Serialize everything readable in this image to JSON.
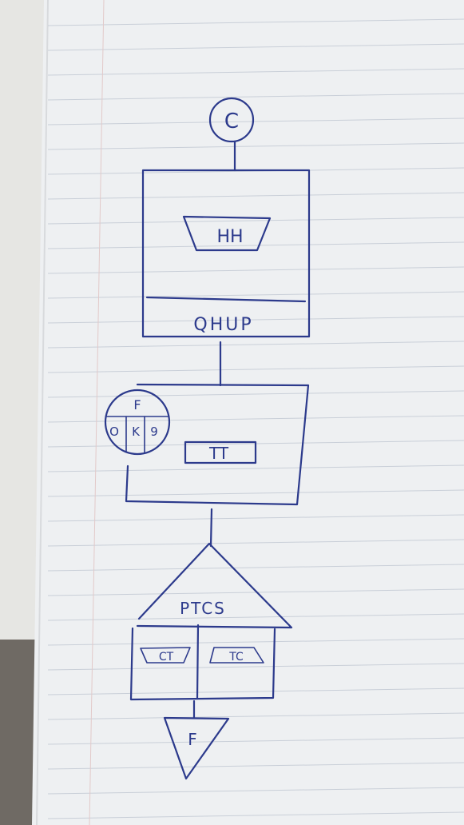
{
  "colors": {
    "ink": "#2c3a8c",
    "paper": "#eef0f2",
    "rule_line": "#c9cfd8",
    "background": "#6f6a64"
  },
  "diagram": {
    "start_connector": {
      "label": "C"
    },
    "block_one": {
      "inner_label": "HH",
      "footer_label": "QHUP"
    },
    "block_two": {
      "inner_label": "TT",
      "side_circle": {
        "top": "F",
        "cells": [
          "O",
          "K",
          "9"
        ]
      }
    },
    "house_block": {
      "roof_label": "PTCS",
      "left_label": "CT",
      "right_label": "TC"
    },
    "end_connector": {
      "label": "F"
    }
  }
}
